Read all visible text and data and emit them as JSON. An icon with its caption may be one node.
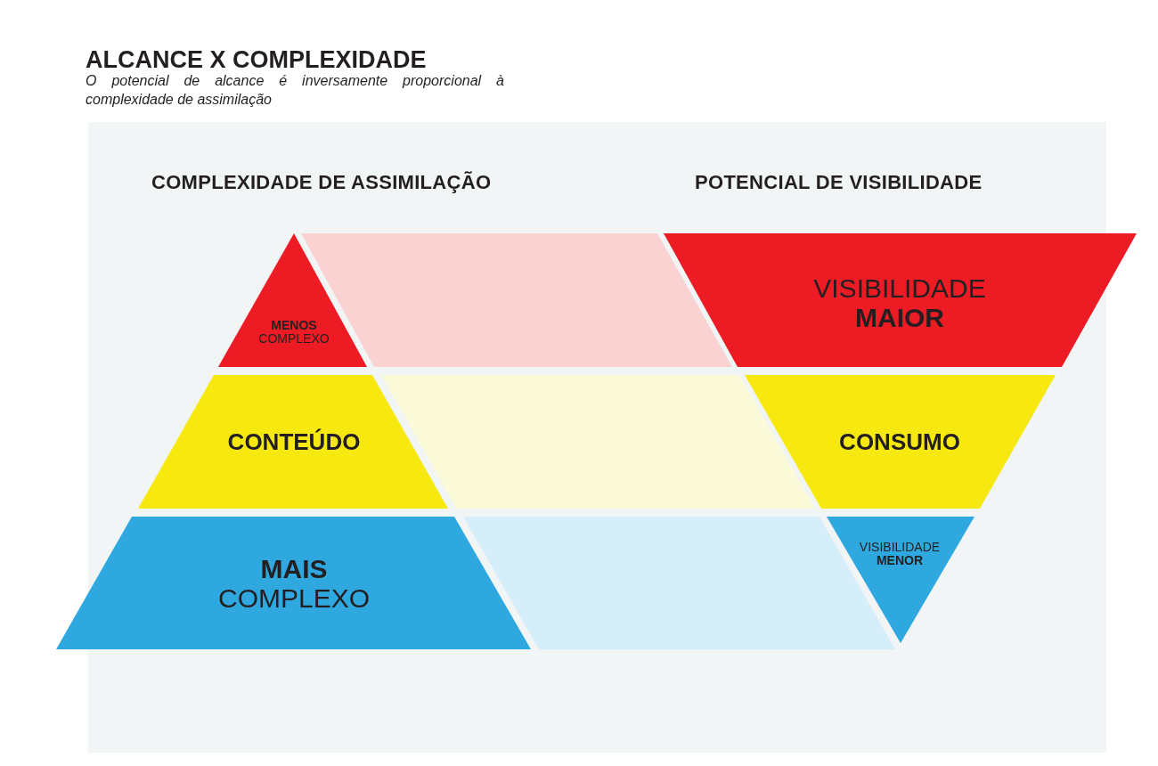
{
  "diagram": {
    "title": "ALCANCE X COMPLEXIDADE",
    "nodes": [
      {
        "text": [
          "MENOS",
          "COMPLEXO"
        ]
      },
      {
        "text": [],
        "shape": "parallelogram"
      },
      {
        "text": [
          "VISIBILIDADE",
          "MAIOR"
        ]
      },
      {
        "text": [
          "CONTEÚDO"
        ]
      },
      {
        "text": [],
        "shape": "parallelogram"
      },
      {
        "text": [
          "CONSUMO"
        ]
      },
      {
        "text": [
          "MAIS",
          "COMPLEXO"
        ]
      },
      {
        "text": [],
        "shape": "parallelogram"
      },
      {
        "text": [
          "VISIBILIDADE",
          "MENOR"
        ]
      }
    ],
    "edges": [],
    "labels": [
      "O potencial de alcance é inversamente proporcional à complexidade de assimilação",
      "COMPLEXIDADE DE ASSIMILAÇÃO",
      "POTENCIAL DE VISIBILIDADE"
    ]
  }
}
